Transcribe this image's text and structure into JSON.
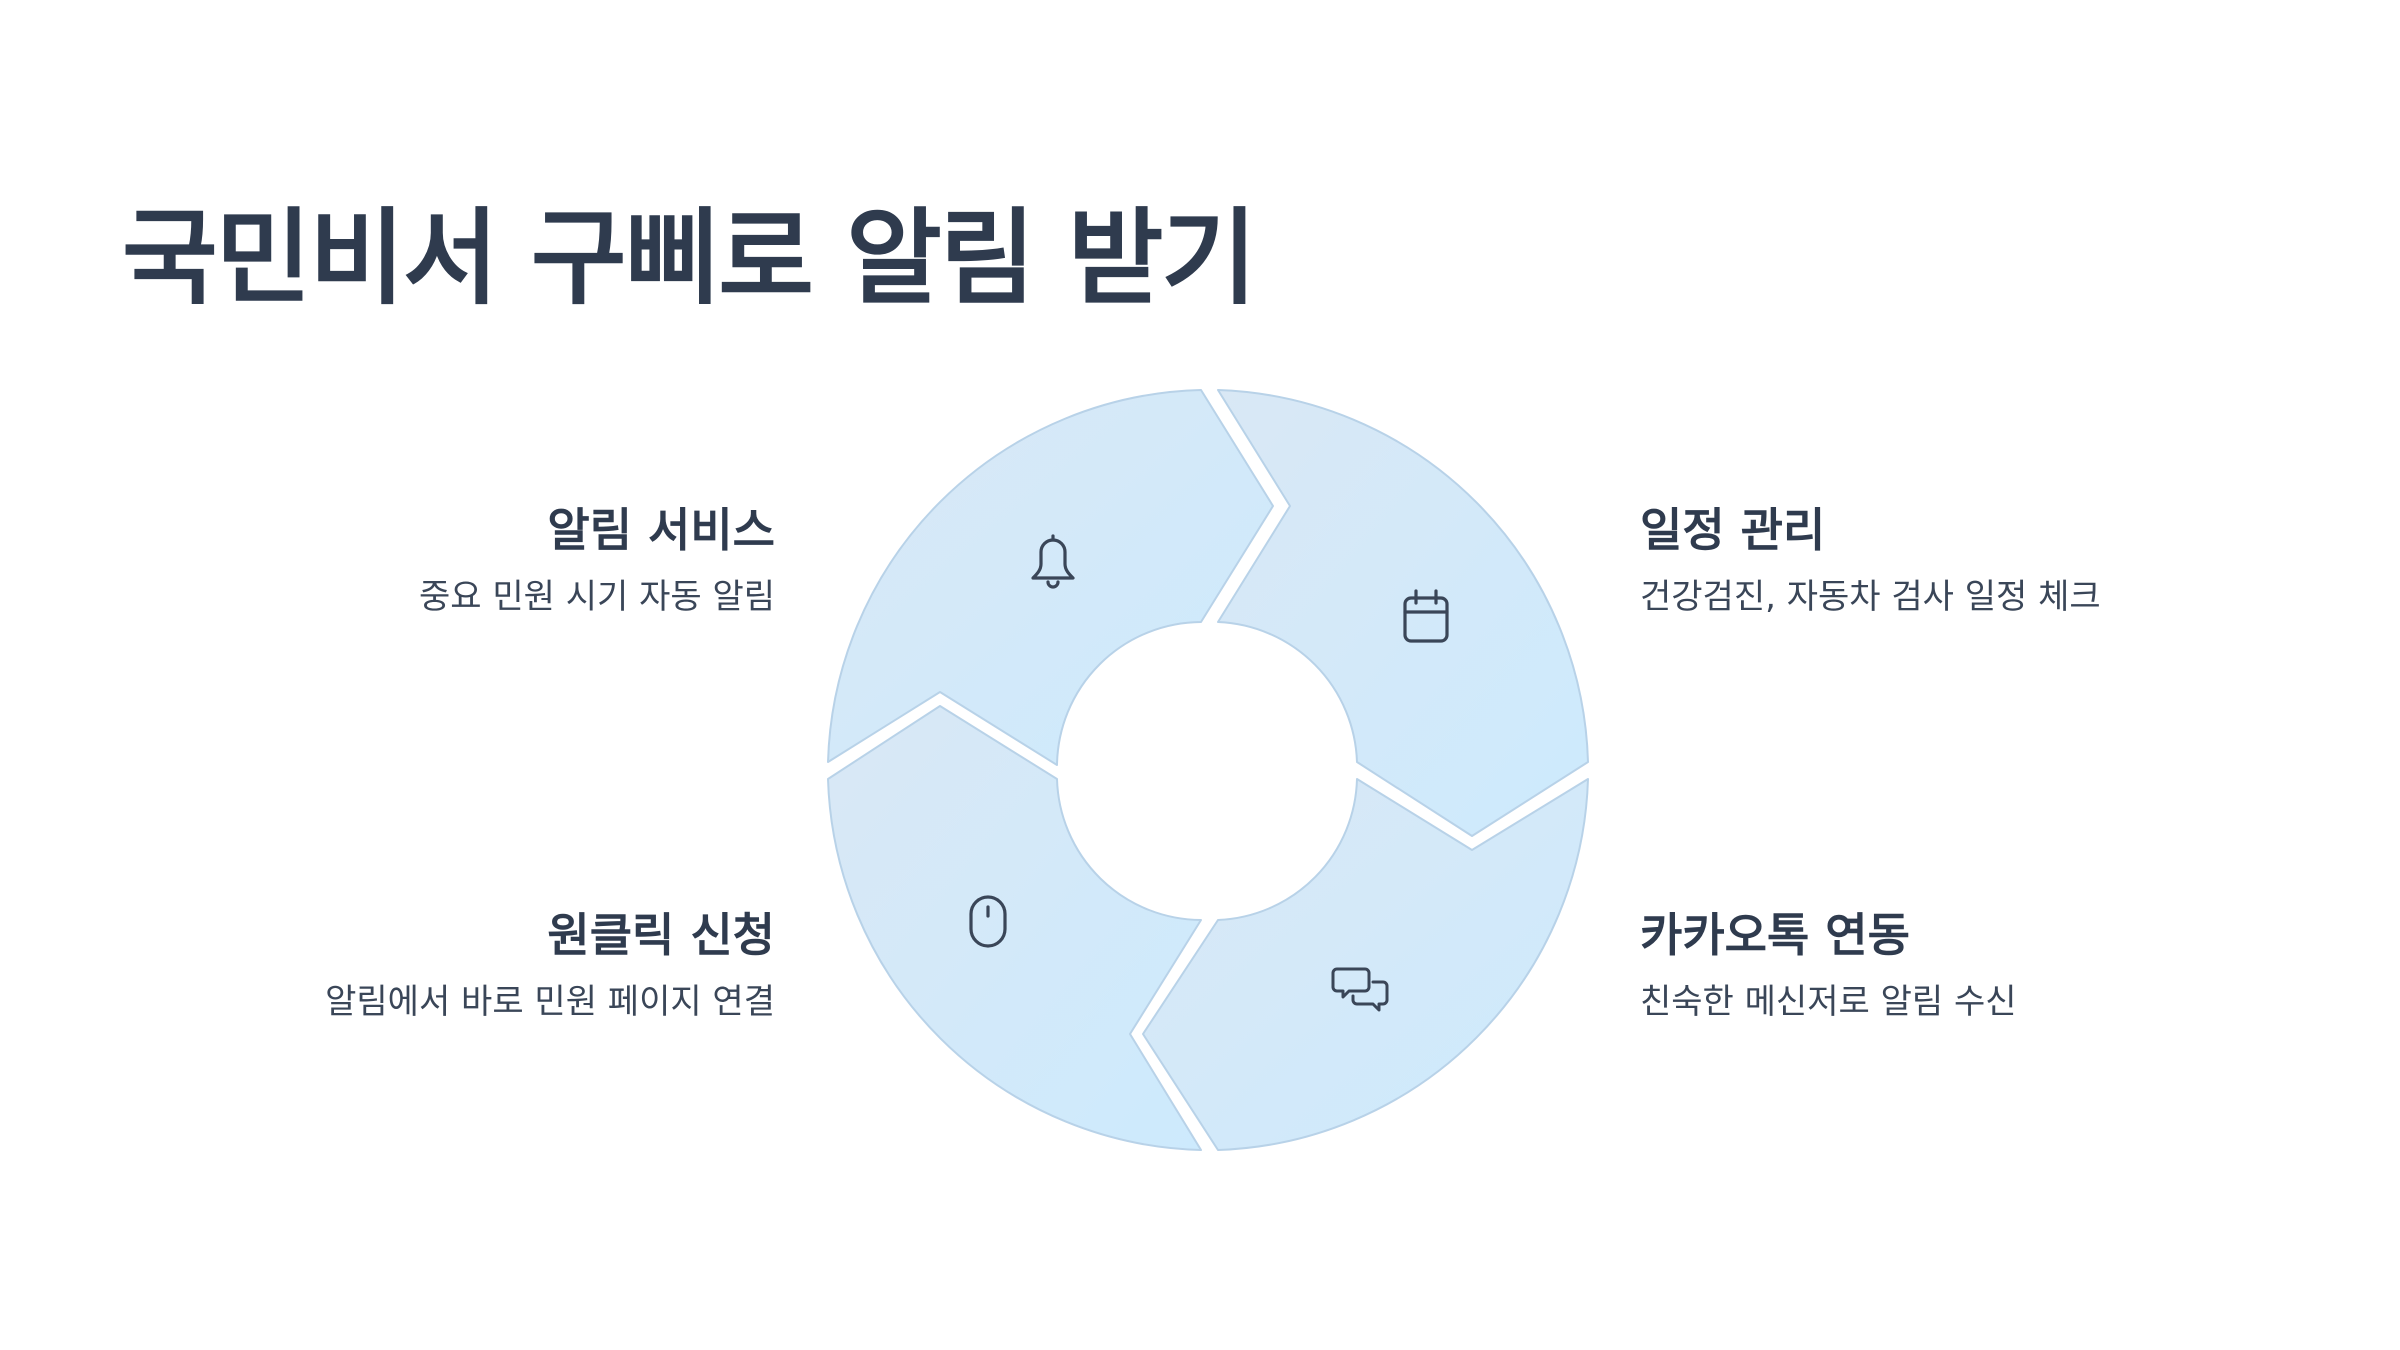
{
  "title": "국민비서 구삐로 알림 받기",
  "steps": [
    {
      "id": "alert-service",
      "title": "알림 서비스",
      "description": "중요 민원 시기 자동 알림",
      "icon": "bell-icon"
    },
    {
      "id": "schedule",
      "title": "일정 관리",
      "description": "건강검진, 자동차 검사 일정 체크",
      "icon": "calendar-icon"
    },
    {
      "id": "kakaotalk",
      "title": "카카오톡 연동",
      "description": "친숙한 메신저로 알림 수신",
      "icon": "chat-icon"
    },
    {
      "id": "one-click",
      "title": "원클릭 신청",
      "description": "알림에서 바로 민원 페이지 연결",
      "icon": "mouse-icon"
    }
  ],
  "colors": {
    "segment_light": "#d9e8f5",
    "segment_accent": "#cdeafd",
    "segment_stroke": "#b8d2e8",
    "icon": "#3a4658",
    "text_dark": "#2f3b4e"
  }
}
